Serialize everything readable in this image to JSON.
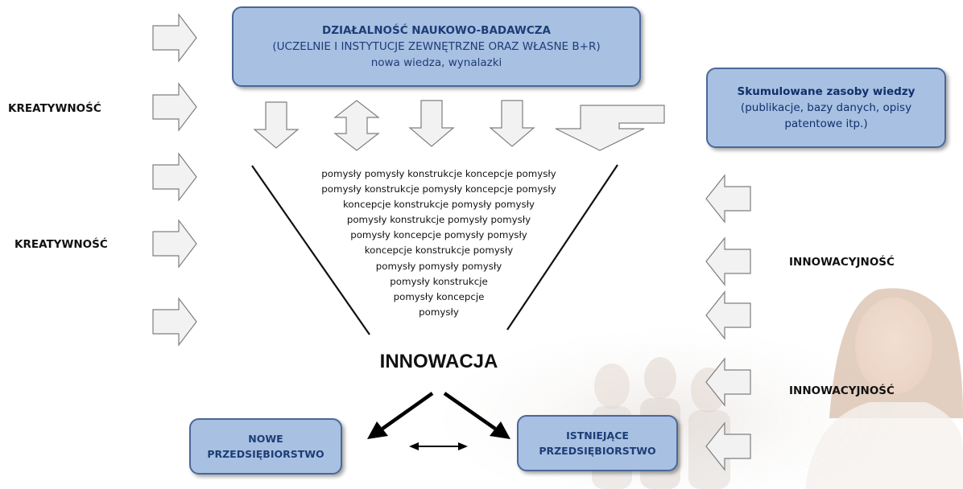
{
  "research_box": {
    "line1": "DZIAŁALNOŚĆ NAUKOWO-BADAWCZA",
    "line2": "(UCZELNIE I INSTYTUCJE ZEWNĘTRZNE ORAZ WŁASNE B+R)",
    "line3": "nowa wiedza, wynalazki"
  },
  "knowledge_box": {
    "line1": "Skumulowane zasoby wiedzy",
    "line2": "(publikacje, bazy danych, opisy",
    "line3": "patentowe itp.)"
  },
  "left_labels": [
    "KREATYWNOŚĆ",
    "KREATYWNOŚĆ"
  ],
  "right_labels": [
    "INNOWACYJNOŚĆ",
    "INNOWACYJNOŚĆ"
  ],
  "ideas_lines": [
    "pomysły pomysły konstrukcje koncepcje pomysły",
    "pomysły konstrukcje pomysły koncepcje pomysły",
    "koncepcje konstrukcje pomysły pomysły",
    "pomysły konstrukcje pomysły pomysły",
    "pomysły koncepcje pomysły pomysły",
    "koncepcje konstrukcje pomysły",
    "pomysły pomysły pomysły",
    "pomysły konstrukcje",
    "pomysły koncepcje",
    "pomysły"
  ],
  "center_title": "INNOWACJA",
  "new_company": {
    "line1": "NOWE",
    "line2": "PRZEDSIĘBIORSTWO"
  },
  "existing_company": {
    "line1": "ISTNIEJĄCE",
    "line2": "PRZEDSIĘBIORSTWO"
  },
  "colors": {
    "box_fill": "#a8c0e2",
    "box_border": "#4a6897",
    "box_text": "#1d3d76",
    "arrow_fill": "#f2f2f2",
    "arrow_stroke": "#7f7f7f"
  }
}
